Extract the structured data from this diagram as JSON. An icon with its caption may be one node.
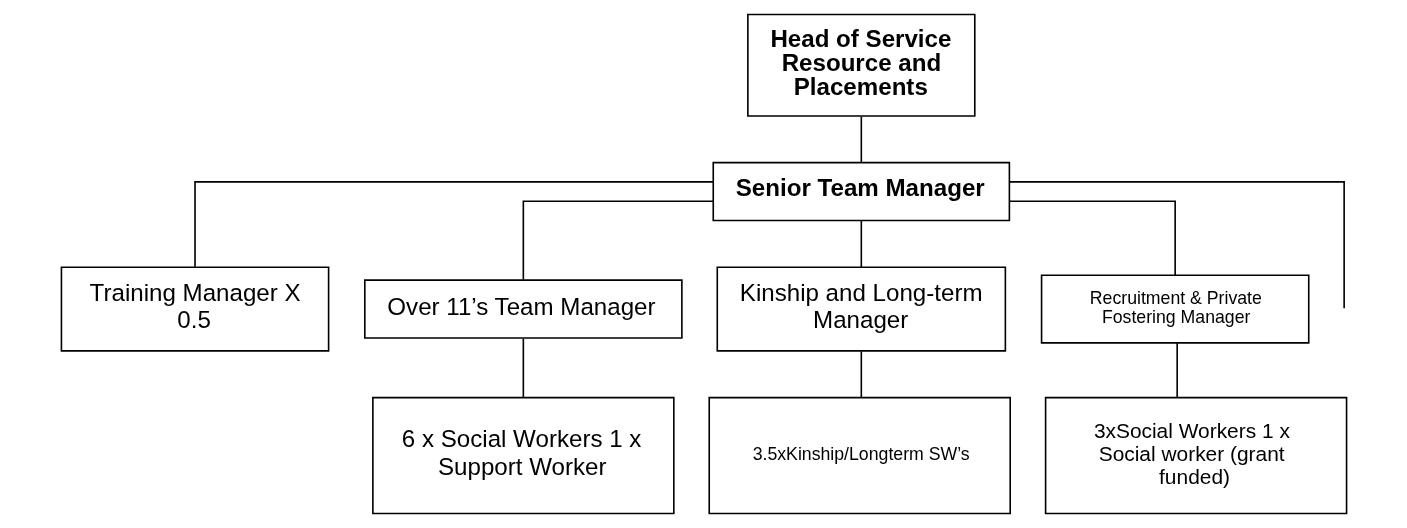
{
  "diagram": {
    "nodes": [
      {
        "text": [
          "Head of Service Resource and Placements"
        ]
      },
      {
        "text": [
          "Senior Team Manager"
        ]
      },
      {
        "text": [
          "Training Manager X 0.5"
        ]
      },
      {
        "text": [
          "Over 11’s Team Manager"
        ]
      },
      {
        "text": [
          "Kinship and Long-term Manager"
        ]
      },
      {
        "text": [
          "Recruitment & Private Fostering Manager"
        ]
      },
      {
        "text": [
          "6 x Social Workers 1 x Support Worker"
        ]
      },
      {
        "text": [
          "3.5xKinship/Longterm SW’s"
        ]
      },
      {
        "text": [
          "3xSocial Workers 1 x Social worker (grant funded)"
        ]
      }
    ],
    "edges": [
      {
        "from": 0,
        "to": 1,
        "arrow": "none"
      },
      {
        "from": 1,
        "to": 2,
        "arrow": "none"
      },
      {
        "from": 1,
        "to": 3,
        "arrow": "none"
      },
      {
        "from": 1,
        "to": 4,
        "arrow": "none"
      },
      {
        "from": 1,
        "to": 5,
        "arrow": "none"
      },
      {
        "from": 1,
        "to": null,
        "arrow": "none"
      },
      {
        "from": 3,
        "to": 6,
        "arrow": "none"
      },
      {
        "from": 4,
        "to": 7,
        "arrow": "none"
      },
      {
        "from": 5,
        "to": 8,
        "arrow": "none"
      }
    ]
  }
}
